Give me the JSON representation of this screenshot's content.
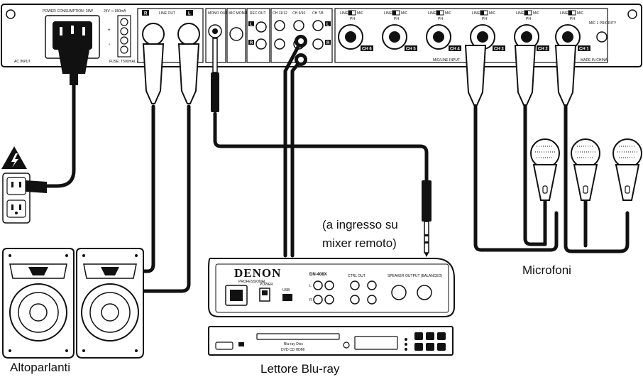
{
  "labels": {
    "speakers": "Altoparlanti",
    "bluray": "Lettore Blu-ray",
    "microphones": "Microfoni",
    "remote_line1": "(a ingresso su",
    "remote_line2": "mixer remoto)"
  },
  "panel": {
    "power_consumption": "POWER CONSUMPTION: 18W",
    "dc_rating": "24V ⎓ 950mA",
    "ac_input": "AC INPUT",
    "fuse": "FUSE: T500mAL  AC250V",
    "plus": "+",
    "minus": "-",
    "line_out": "LINE OUT",
    "line_out_r": "R",
    "line_out_l": "L",
    "mono_out": "MONO OUT",
    "mic_monitor": "MIC MONITOR",
    "rec_out": "REC OUT",
    "rec_l": "L",
    "rec_r": "R",
    "ch_11_12": "CH 11/12",
    "ch_9_10": "CH 9/10",
    "ch_7_8": "CH 7/8",
    "aux_l": "L",
    "aux_r": "R",
    "line_mic_switch": "LINE-",
    "mic_switch": "MIC",
    "ph": "PH",
    "channels": [
      "CH 6",
      "CH 5",
      "CH 4",
      "CH 3",
      "CH 2",
      "CH 1"
    ],
    "mic_line_input": "MIC/LINE INPUT",
    "mic1_priority": "MIC 1 PRIORITY",
    "made_in": "MADE IN CHINA"
  },
  "denon": {
    "brand": "DENON",
    "sub": "PROFESSIONAL",
    "model": "DN-408X",
    "power": "POWER",
    "usb": "USB",
    "ctrl_out": "CTRL OUT",
    "speaker_out": "SPEAKER OUTPUT (BALANCED)",
    "l": "L",
    "r": "R"
  },
  "bluray_panel": {
    "disc": "Blu-ray Disc",
    "formats": "DVD  CD  HDMI"
  }
}
